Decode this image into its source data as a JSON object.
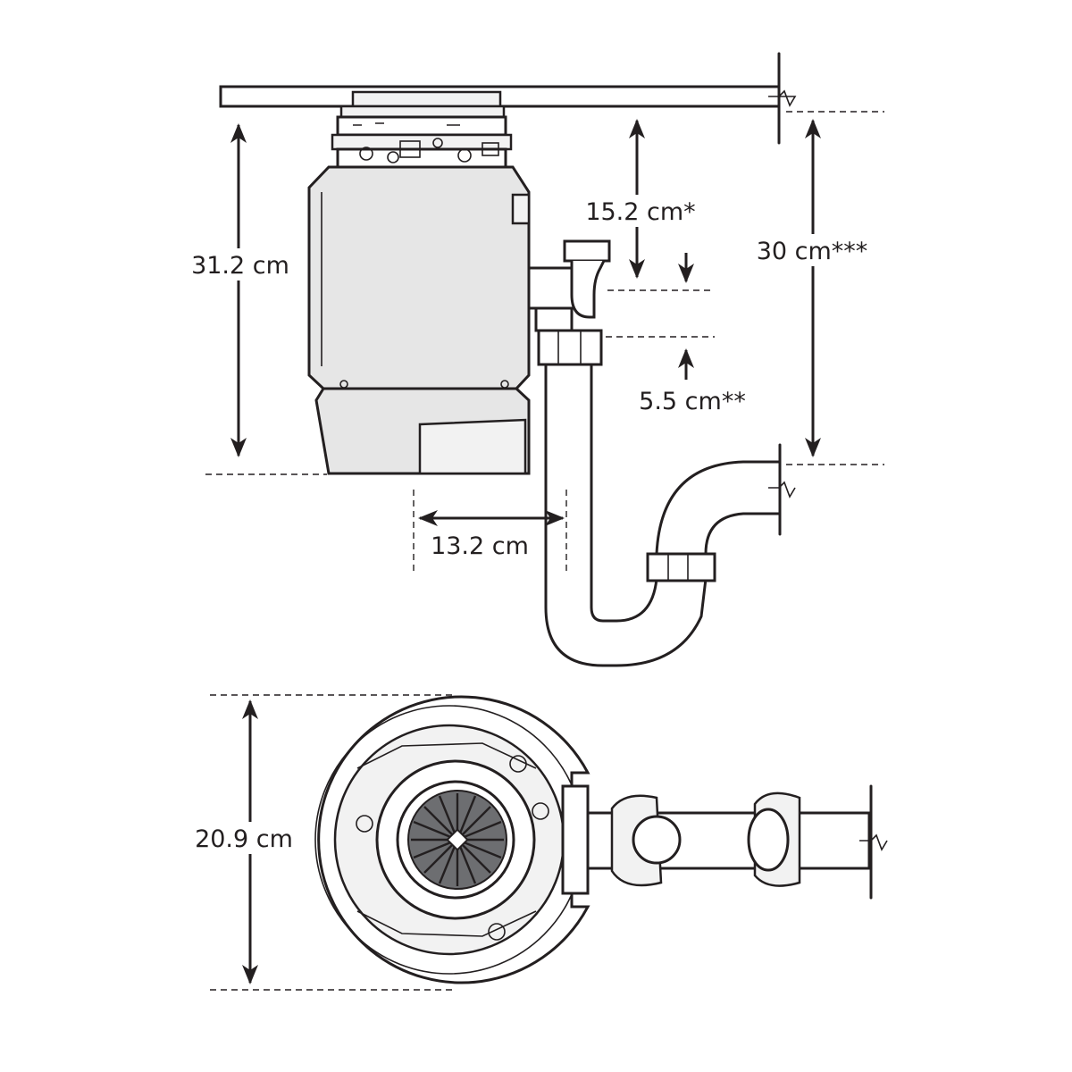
{
  "dimensions": {
    "height_total": "31.2 cm",
    "sink_to_inlet": "15.2 cm*",
    "inlet_offset": "5.5 cm**",
    "sink_to_trap": "30 cm***",
    "outlet_horizontal": "13.2 cm",
    "diameter": "20.9 cm"
  },
  "colors": {
    "line": "#231f20",
    "body_fill": "#e6e6e6",
    "light_fill": "#f2f2f2"
  }
}
